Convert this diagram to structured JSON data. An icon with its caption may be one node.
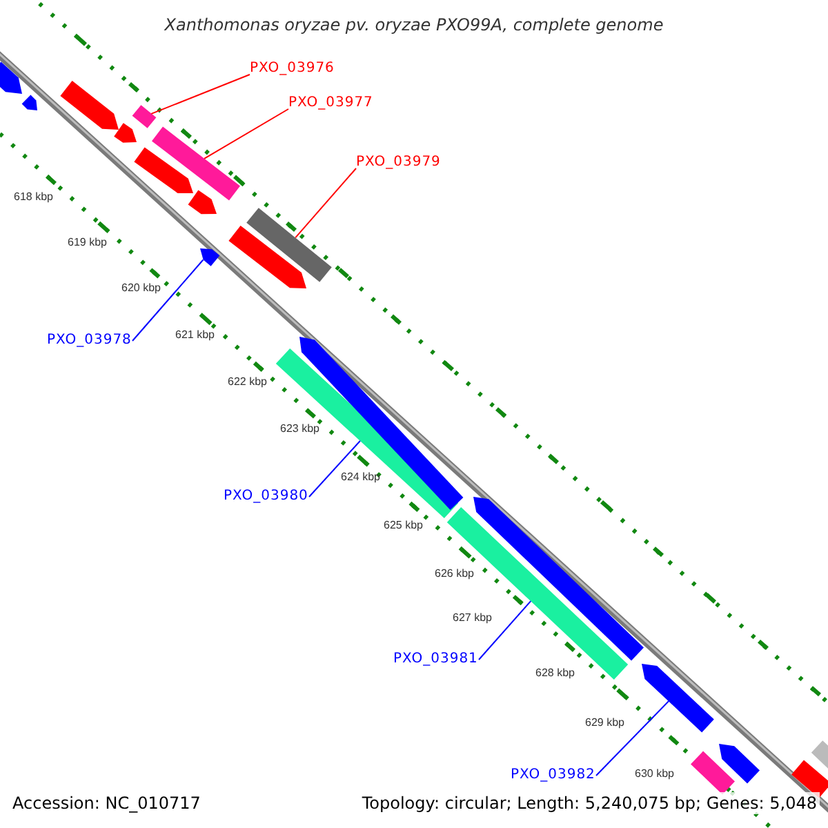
{
  "diagram": {
    "title": "Xanthomonas oryzae pv. oryzae PXO99A, complete genome",
    "nodes": [
      {
        "text": [
          "PXO_03976"
        ]
      },
      {
        "text": [
          "PXO_03977"
        ]
      },
      {
        "text": [
          "PXO_03979"
        ]
      },
      {
        "text": [
          "PXO_03978"
        ]
      },
      {
        "text": [
          "PXO_03980"
        ]
      },
      {
        "text": [
          "PXO_03981"
        ]
      },
      {
        "text": [
          "PXO_03982"
        ]
      },
      {
        "text": [],
        "shape": "pentagon"
      },
      {
        "text": [],
        "shape": "pentagon"
      },
      {
        "text": [],
        "shape": "pentagon"
      },
      {
        "text": [],
        "shape": "bar"
      },
      {
        "text": [],
        "shape": "pentagon"
      },
      {
        "text": [],
        "shape": "bar"
      },
      {
        "text": [],
        "shape": "pentagon"
      },
      {
        "text": [],
        "shape": "pentagon"
      },
      {
        "text": [],
        "shape": "bar"
      },
      {
        "text": [],
        "shape": "pentagon"
      },
      {
        "text": [],
        "shape": "pentagon"
      },
      {
        "text": [],
        "shape": "pentagon"
      },
      {
        "text": [],
        "shape": "bar"
      },
      {
        "text": [],
        "shape": "bar"
      },
      {
        "text": [],
        "shape": "pentagon"
      },
      {
        "text": [],
        "shape": "pentagon"
      },
      {
        "text": [],
        "shape": "bar"
      },
      {
        "text": [],
        "shape": "pentagon"
      },
      {
        "text": [],
        "shape": "bar"
      },
      {
        "text": [],
        "shape": "bar"
      }
    ],
    "edges": [
      {
        "from": 0,
        "to": 10,
        "arrow": "none",
        "color": "#ff0000"
      },
      {
        "from": 1,
        "to": 12,
        "arrow": "none",
        "color": "#ff0000"
      },
      {
        "from": 2,
        "to": 15,
        "arrow": "none",
        "color": "#ff0000"
      },
      {
        "from": 3,
        "to": 17,
        "arrow": "none"
      },
      {
        "from": 4,
        "to": 19,
        "arrow": "none"
      },
      {
        "from": 5,
        "to": 20,
        "arrow": "none"
      },
      {
        "from": 6,
        "to": 22,
        "arrow": "none"
      }
    ],
    "labels": [
      "618 kbp",
      "619 kbp",
      "620 kbp",
      "621 kbp",
      "622 kbp",
      "623 kbp",
      "624 kbp",
      "625 kbp",
      "626 kbp",
      "627 kbp",
      "628 kbp",
      "629 kbp",
      "630 kbp",
      "Accession: NC_010717",
      "Topology: circular; Length: 5,240,075 bp; Genes: 5,048"
    ]
  }
}
